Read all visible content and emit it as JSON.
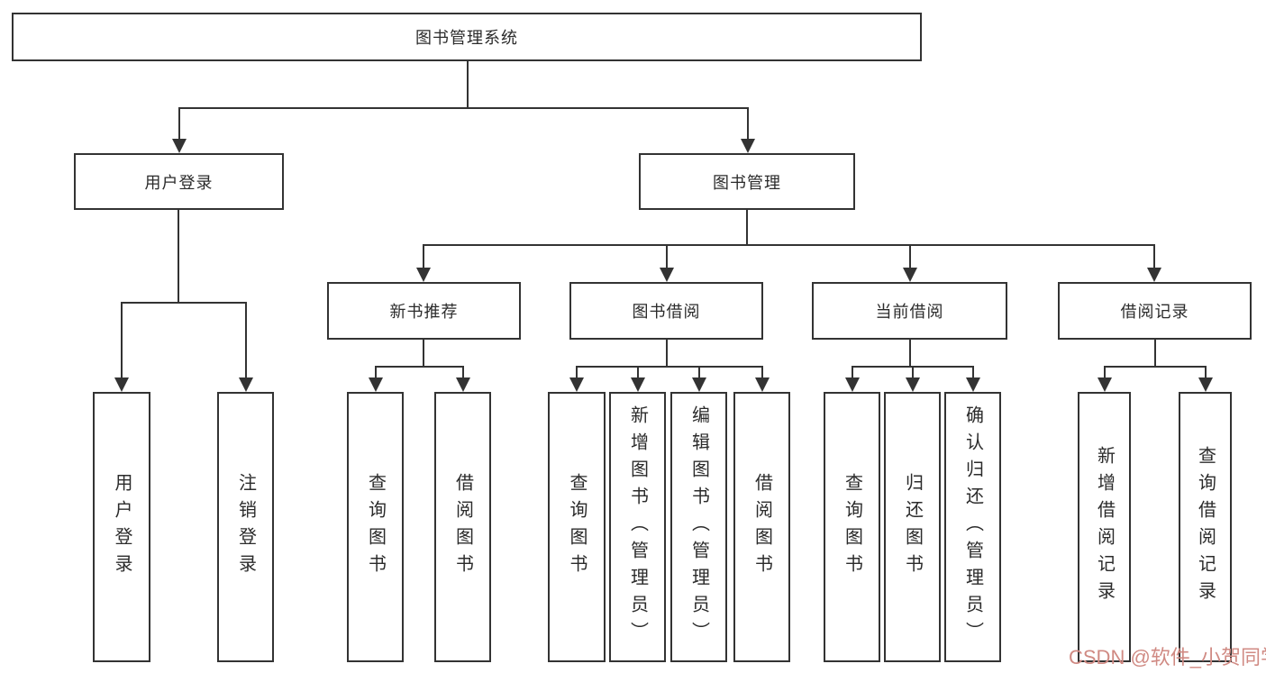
{
  "title": "图书管理系统",
  "tree": {
    "label": "图书管理系统",
    "children": [
      {
        "label": "用户登录",
        "children": [
          {
            "label": "用户登录"
          },
          {
            "label": "注销登录"
          }
        ]
      },
      {
        "label": "图书管理",
        "children": [
          {
            "label": "新书推荐",
            "children": [
              {
                "label": "查询图书"
              },
              {
                "label": "借阅图书"
              }
            ]
          },
          {
            "label": "图书借阅",
            "children": [
              {
                "label": "查询图书"
              },
              {
                "label": "新增图书（管理员）"
              },
              {
                "label": "编辑图书（管理员）"
              },
              {
                "label": "借阅图书"
              }
            ]
          },
          {
            "label": "当前借阅",
            "children": [
              {
                "label": "查询图书"
              },
              {
                "label": "归还图书"
              },
              {
                "label": "确认归还（管理员）"
              }
            ]
          },
          {
            "label": "借阅记录",
            "children": [
              {
                "label": "新增借阅记录"
              },
              {
                "label": "查询借阅记录"
              }
            ]
          }
        ]
      }
    ]
  },
  "watermark": {
    "text": "CSDN @软件_小贺同学",
    "color": "#d08a83"
  },
  "colors": {
    "line": "#333333",
    "border": "#333333",
    "text": "#2b2b2b",
    "background": "#ffffff"
  }
}
